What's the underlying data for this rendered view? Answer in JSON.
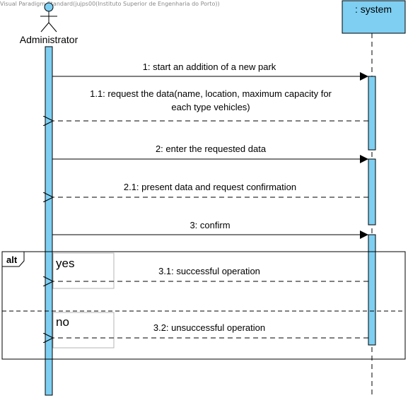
{
  "watermark": "Visual Paradigm Standard(jujps00(Instituto Superior de Engenharia do Porto))",
  "actors": {
    "administrator": "Administrator",
    "system": ": system"
  },
  "messages": {
    "m1": "1: start an addition of a new park",
    "m1_1_line1": "1.1: request the data(name, location, maximum capacity for",
    "m1_1_line2": "each type vehicles)",
    "m2": "2: enter the requested data",
    "m2_1": "2.1: present data and request confirmation",
    "m3": "3: confirm",
    "m3_1": "3.1: successful operation",
    "m3_2": "3.2: unsuccessful operation"
  },
  "alt_frame": {
    "tag": "alt",
    "guard_yes": "yes",
    "guard_no": "no"
  },
  "colors": {
    "lifeline_fill": "#7ecff2",
    "activation_fill": "#7ecff2",
    "line": "#000000"
  }
}
